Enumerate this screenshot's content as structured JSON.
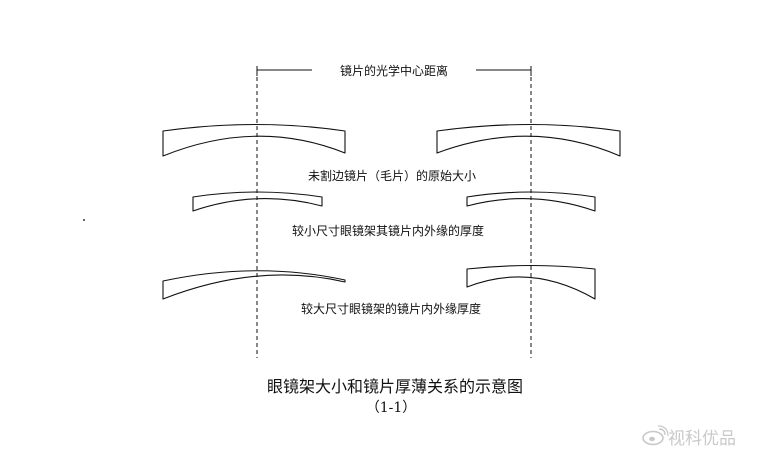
{
  "labels": {
    "optical_center_distance": "镜片的光学中心距离",
    "uncut_lens": "未割边镜片（毛片）的原始大小",
    "small_frame": "较小尺寸眼镜架其镜片内外缘的厚度",
    "large_frame": "较大尺寸眼镜架的镜片内外缘厚度"
  },
  "caption": {
    "title": "眼镜架大小和镜片厚薄关系的示意图",
    "figure_number": "（1-1）"
  },
  "watermark": {
    "text": "视科优品",
    "icon": "weibo-icon"
  },
  "colors": {
    "ink": "#111111",
    "watermark": "#c9c9c9"
  }
}
